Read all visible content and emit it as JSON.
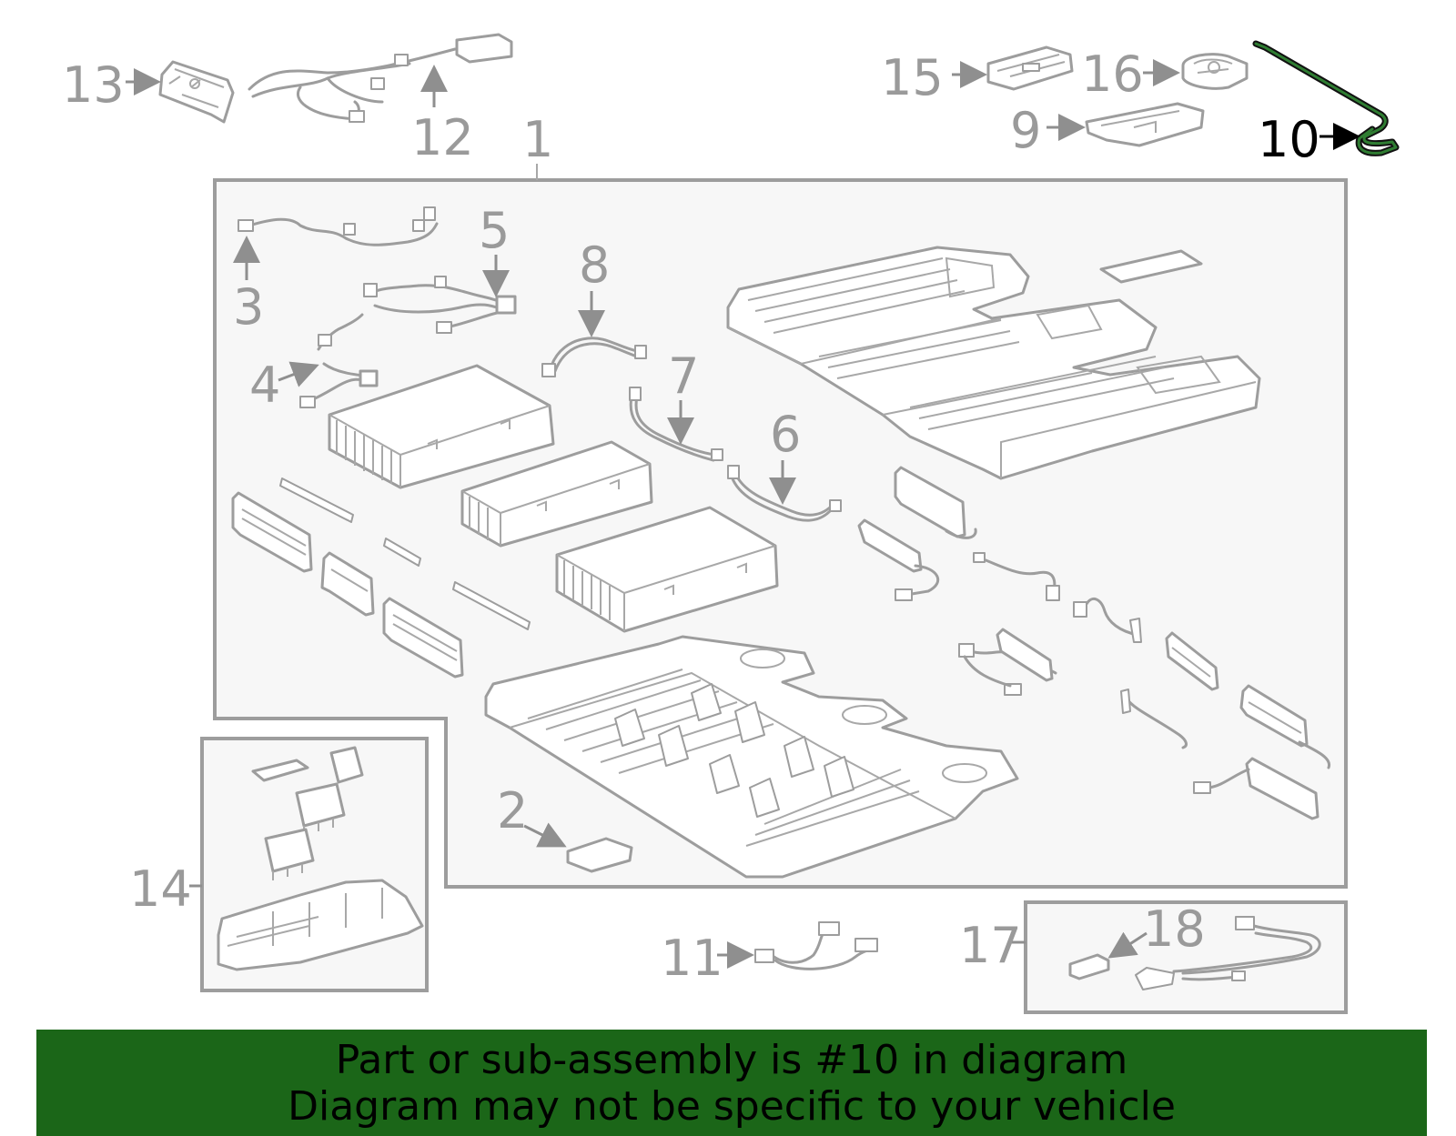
{
  "callouts": {
    "c1": "1",
    "c2": "2",
    "c3": "3",
    "c4": "4",
    "c5": "5",
    "c6": "6",
    "c7": "7",
    "c8": "8",
    "c9": "9",
    "c10": "10",
    "c11": "11",
    "c12": "12",
    "c13": "13",
    "c14": "14",
    "c15": "15",
    "c16": "16",
    "c17": "17",
    "c18": "18"
  },
  "highlighted_part": "10",
  "colors": {
    "highlight_part": "#2f7d32",
    "banner_bg": "#1b6618",
    "line_gray": "#9d9d9d"
  },
  "banner": {
    "line1": "Part or sub-assembly is #10 in diagram",
    "line2": "Diagram may not be specific to your vehicle"
  }
}
